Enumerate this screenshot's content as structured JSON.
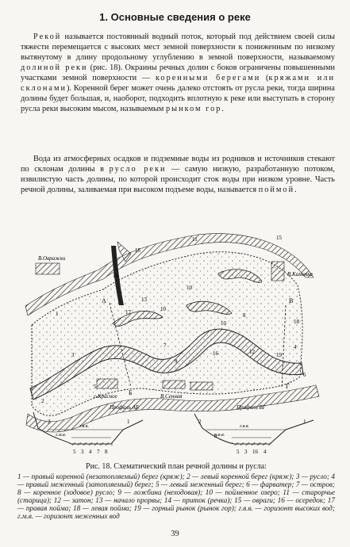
{
  "heading": "1. Основные сведения о реке",
  "paragraph1": {
    "term1": "Рекой",
    "part1": " называется постоянный водный поток, который под действием своей силы тяжести перемещается с высоких мест земной поверхности к пониженным по низкому вытянутому в длину продольному углублению в земной поверхности, называемому ",
    "term2": "долиной реки",
    "part2": " (рис. 18). Окраины речных долин с боков ограничены повышенными участками земной поверхности — ",
    "term3": "коренными берегами",
    "part3": " (",
    "term4": "кряжами или склонами",
    "part4": "). Коренной берег может очень далеко отстоять от русла реки, тогда ширина долины будет большая, и, наоборот, подходить вплотную к реке или выступать в сторону русла реки высоким мысом, называемым ",
    "term5": "рынком гор",
    "part5": "."
  },
  "paragraph2": {
    "part1": "Вода из атмосферных осадков и подземные воды из родников и источников стекают по склонам долины в ",
    "term1": "русло реки",
    "part2": " — самую низкую, разработанную потоком, извилистую часть долины, по которой происходит сток воды при низком уровне. Часть речной долины, заливаемая при высоком подъеме воды, называется ",
    "term2": "поймой",
    "part3": "."
  },
  "map_labels": {
    "ovrazhki": "В.Овражки",
    "kamenka": "В.Каменка",
    "krasnoe": "с.Красное",
    "sennaya": "В.Сенная",
    "profile_ab": "Профиль АБ",
    "profile_vg": "Профиль ВГ",
    "letter_a": "А",
    "letter_b": "Б",
    "letter_v": "В",
    "letter_g": "Г",
    "gvv": "г.в.в.",
    "gmv": "г.м.в.",
    "n1": "1",
    "n2": "2",
    "n3": "3",
    "n4": "4",
    "n5": "5",
    "n6": "6",
    "n7": "7",
    "n8": "8",
    "n9": "9",
    "n10": "10",
    "n11": "11",
    "n12": "12",
    "n13": "13",
    "n14": "14",
    "n15": "15",
    "n16": "16",
    "n17": "17",
    "n18": "18",
    "n19": "19"
  },
  "caption": {
    "title": "Рис. 18. Схематический план речной долины и русла:",
    "legend": "1 — правый коренной (незатопляемый) берег (кряж); 2 — левый коренной берег (кряж); 3 — русло; 4 — правый меженный (затопляемый) берег; 5 — левый меженный берег; 6 — фарватер; 7 — остров; 8 — коренное (ходовое) русло; 9 — ложбина (неходовая); 10 — пойменное озеро; 11 — старорчье (старица); 12 — затон; 13 — начало прорвы; 14 — приток (речка); 15 — овраги; 16 — осередок; 17 — правая пойма; 18 — левая пойма; 19 — горный рынок (рынок гор); г.в.в. — горизонт высоких вод; г.м.в. — горизонт меженных вод"
  },
  "page_number": "39"
}
